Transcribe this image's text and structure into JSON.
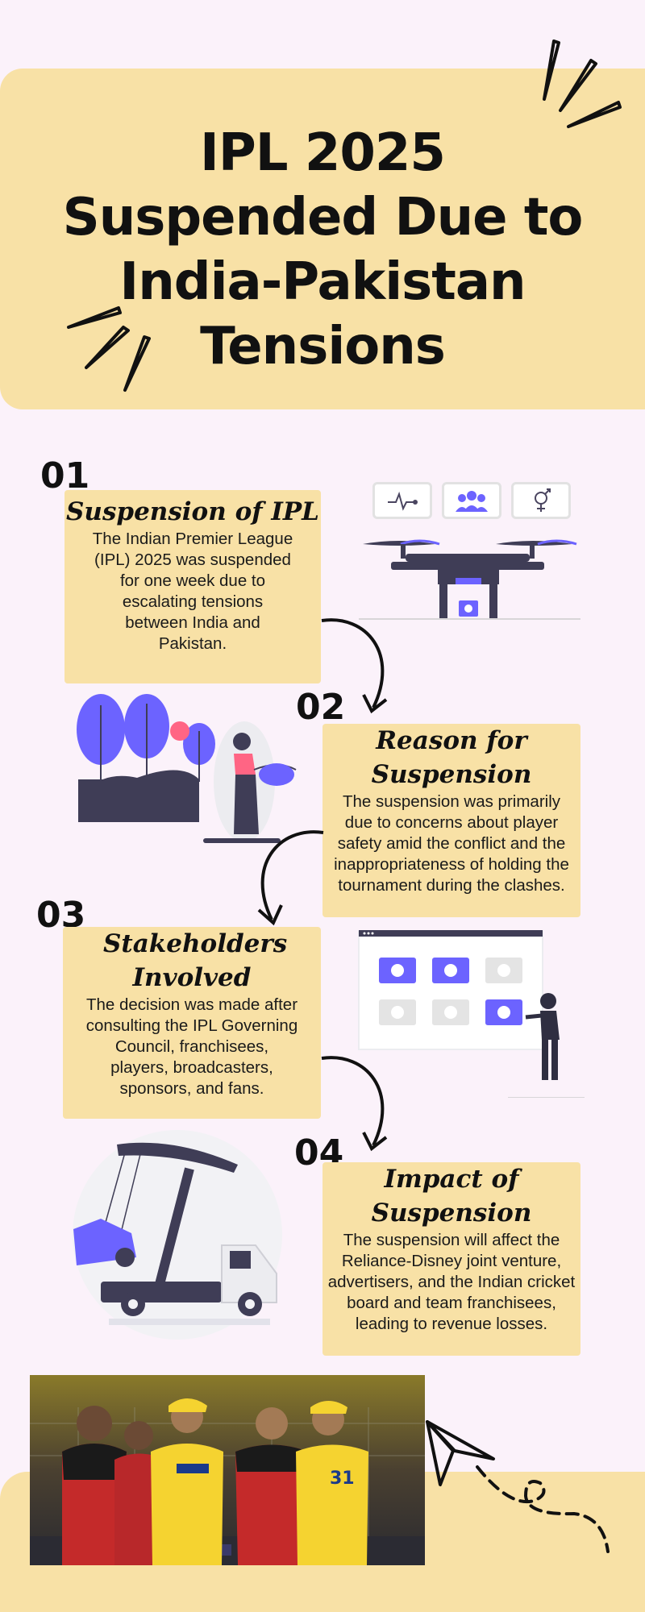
{
  "title": "IPL 2025 Suspended Due to India-Pakistan Tensions",
  "sections": [
    {
      "number": "01",
      "heading": "Suspension of IPL",
      "body": "The Indian Premier League (IPL) 2025 was suspended for one week due to escalating tensions between India and Pakistan."
    },
    {
      "number": "02",
      "heading": "Reason for Suspension",
      "body": "The suspension was primarily due to concerns about player safety amid the conflict and the inappropriateness of holding the tournament during the clashes."
    },
    {
      "number": "03",
      "heading": "Stakeholders Involved",
      "body": "The decision was made after consulting the IPL Governing Council, franchisees, players, broadcasters, sponsors, and fans."
    },
    {
      "number": "04",
      "heading": "Impact of Suspension",
      "body": "The suspension will affect the Reliance-Disney joint venture, advertisers, and the Indian cricket board and team franchisees, leading to revenue losses."
    }
  ],
  "colors": {
    "accent_yellow": "#f8e1a6",
    "accent_purple": "#6c63ff",
    "background": "#fbf2fa",
    "ink": "#111111"
  },
  "icons": [
    "heartbeat-icon",
    "group-icon",
    "gender-icon",
    "drone-illustration",
    "trees-woman-illustration",
    "gallery-board-illustration",
    "tow-truck-illustration",
    "paper-plane-icon"
  ]
}
